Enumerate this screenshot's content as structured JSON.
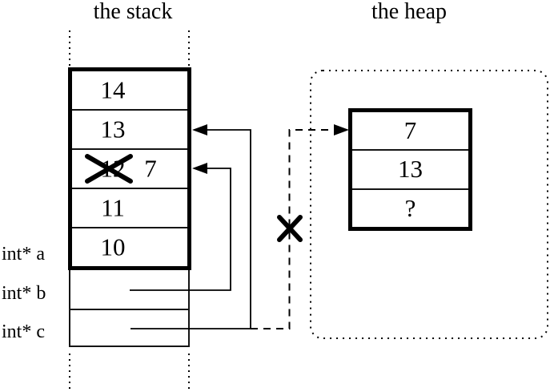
{
  "titles": {
    "stack": "the stack",
    "heap": "the heap"
  },
  "stack": {
    "cells": [
      {
        "value": "14"
      },
      {
        "value": "13"
      },
      {
        "old_value": "12",
        "value": "7",
        "crossed_out": true
      },
      {
        "value": "11"
      },
      {
        "value": "10"
      }
    ],
    "pointer_labels": [
      {
        "label": "int* a"
      },
      {
        "label": "int* b"
      },
      {
        "label": "int* c"
      }
    ]
  },
  "heap": {
    "cells": [
      {
        "value": "7"
      },
      {
        "value": "13"
      },
      {
        "value": "?"
      }
    ]
  },
  "colors": {
    "foreground": "#000000",
    "background": "#ffffff"
  }
}
